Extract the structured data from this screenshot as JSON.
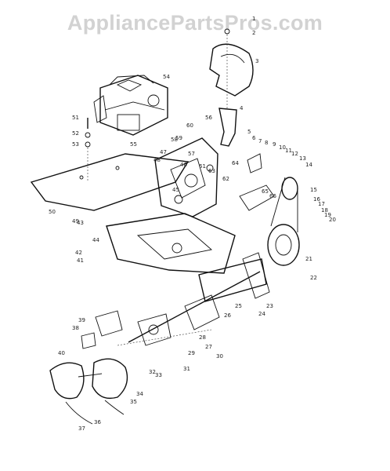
{
  "watermark": "AppliancePartsPros.com",
  "callouts": [
    "1",
    "2",
    "3",
    "4",
    "5",
    "6",
    "7",
    "8",
    "9",
    "10",
    "11",
    "12",
    "13",
    "14",
    "15",
    "16",
    "17",
    "18",
    "19",
    "20",
    "21",
    "22",
    "23",
    "24",
    "25",
    "26",
    "27",
    "28",
    "29",
    "30",
    "31",
    "32",
    "33",
    "34",
    "35",
    "36",
    "37",
    "38",
    "39",
    "40",
    "41",
    "42",
    "43",
    "44",
    "45",
    "46",
    "47",
    "48",
    "49",
    "50",
    "51",
    "52",
    "53",
    "54",
    "55",
    "56",
    "57",
    "58",
    "59",
    "60",
    "61",
    "62",
    "63",
    "64",
    "65",
    "66"
  ]
}
